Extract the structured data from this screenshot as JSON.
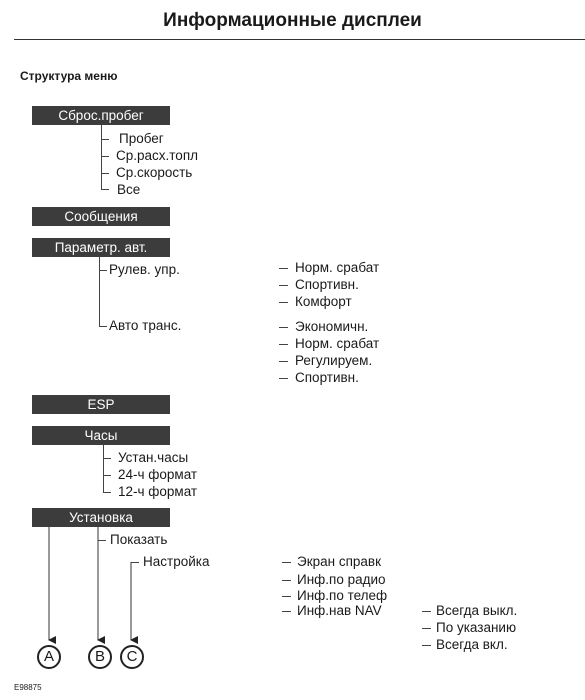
{
  "page_title": "Информационные дисплеи",
  "section_title": "Структура меню",
  "menus": {
    "trip_reset": {
      "label": "Сброс.пробег",
      "items": [
        "Пробег",
        "Ср.расх.топл",
        "Ср.скорость",
        "Все"
      ]
    },
    "messages": {
      "label": "Сообщения"
    },
    "vehicle_params": {
      "label": "Параметр. авт.",
      "steering": {
        "label": "Рулев. упр.",
        "options": [
          "Норм. срабат",
          "Спортивн.",
          "Комфорт"
        ]
      },
      "auto_trans": {
        "label": "Авто транс.",
        "options": [
          "Экономичн.",
          "Норм. срабат",
          "Регулируем.",
          "Спортивн."
        ]
      }
    },
    "esp": {
      "label": "ESP"
    },
    "clock": {
      "label": "Часы",
      "items": [
        "Устан.часы",
        "24-ч формат",
        "12-ч формат"
      ]
    },
    "setup": {
      "label": "Установка",
      "show": "Показать",
      "settings": {
        "label": "Настройка",
        "options": [
          "Экран справк",
          "Инф.по радио",
          "Инф.по телеф",
          "Инф.нав NAV"
        ],
        "nav_options": [
          "Всегда выкл.",
          "По указанию",
          "Всегда вкл."
        ]
      }
    }
  },
  "connectors": [
    "A",
    "B",
    "C"
  ],
  "figure_id": "E98875"
}
